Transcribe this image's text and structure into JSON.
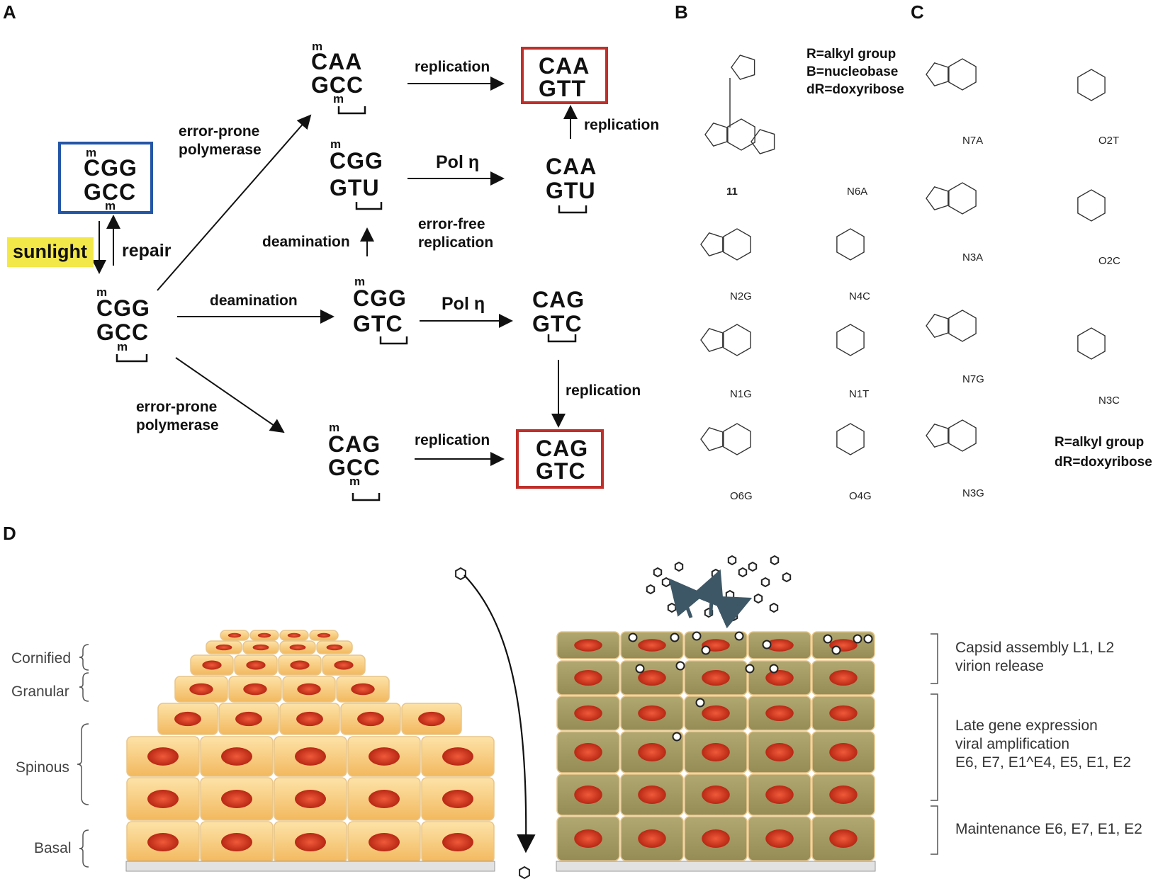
{
  "panels": {
    "a": "A",
    "b": "B",
    "c": "C",
    "d": "D"
  },
  "panel_a": {
    "m": "m",
    "start": {
      "top": "CGG",
      "bottom": "GCC"
    },
    "sunlight": "sunlight",
    "repair": "repair",
    "damaged": {
      "top": "CGG",
      "bottom": "GCC"
    },
    "error_prone_1": [
      "error-prone",
      "polymerase"
    ],
    "error_prone_2": [
      "error-prone",
      "polymerase"
    ],
    "deamination_up": "deamination",
    "deamination_mid": "deamination",
    "caa_gcc": {
      "top": "CAA",
      "bottom": "GCC"
    },
    "cgg_gtu": {
      "top": "CGG",
      "bottom": "GTU"
    },
    "cgg_gtc": {
      "top": "CGG",
      "bottom": "GTC"
    },
    "cag_gcc": {
      "top": "CAG",
      "bottom": "GCC"
    },
    "caa_gtu": {
      "top": "CAA",
      "bottom": "GTU"
    },
    "cag_gtc": {
      "top": "CAG",
      "bottom": "GTC"
    },
    "final_1": {
      "top": "CAA",
      "bottom": "GTT"
    },
    "final_2": {
      "top": "CAG",
      "bottom": "GTC"
    },
    "pol_eta_1": "Pol η",
    "pol_eta_2": "Pol η",
    "replication_1": "replication",
    "replication_2": "replication",
    "replication_3": "replication",
    "replication_4": "replication",
    "error_free": [
      "error-free",
      "replication"
    ],
    "colors": {
      "blue_box": "#2456a6",
      "red_box": "#c0302b",
      "sunlight_bg": "#f3e84a"
    }
  },
  "panel_b": {
    "legend": [
      "R=alkyl group",
      "B=nucleobase",
      "dR=doxyribose"
    ],
    "compounds": [
      "11",
      "N6A",
      "N2G",
      "N4C",
      "N1G",
      "N1T",
      "O6G",
      "O4G"
    ]
  },
  "panel_c": {
    "legend": [
      "R=alkyl group",
      "dR=doxyribose"
    ],
    "compounds": [
      "N7A",
      "O2T",
      "N3A",
      "O2C",
      "N7G",
      "N3C",
      "N3G"
    ]
  },
  "panel_d": {
    "layers": [
      "Cornified",
      "Granular",
      "Spinous",
      "Basal"
    ],
    "stages": [
      [
        "Capsid assembly L1, L2",
        "virion release"
      ],
      [
        "Late gene expression",
        "viral amplification",
        "E6, E7, E1^E4, E5, E1, E2"
      ],
      [
        "Maintenance E6, E7, E1, E2"
      ]
    ],
    "colors": {
      "normal_cell": "#f7c97a",
      "infected_cell": "#a29960",
      "nucleus": "#d83a22"
    }
  }
}
